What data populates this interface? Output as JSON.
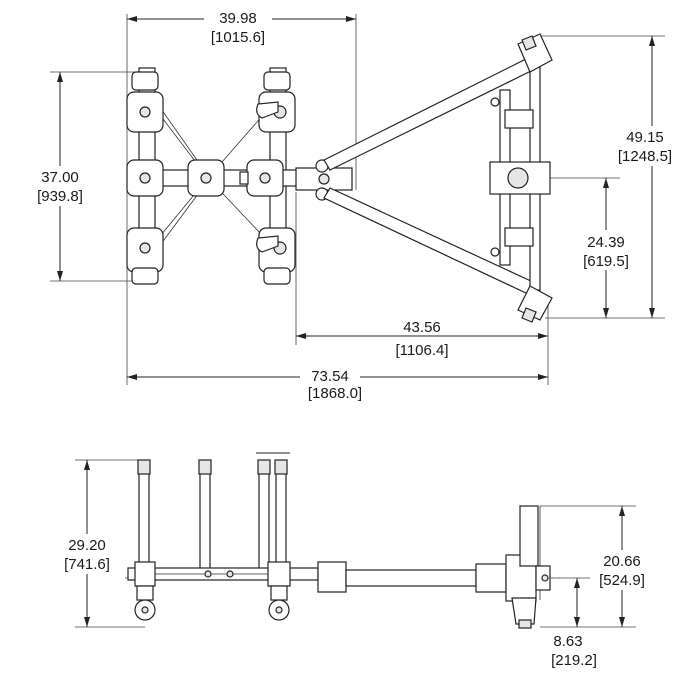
{
  "dimensions": {
    "top_width": {
      "inch": "39.98",
      "mm": "[1015.6]"
    },
    "top_height": {
      "inch": "37.00",
      "mm": "[939.8]"
    },
    "arm_height": {
      "inch": "49.15",
      "mm": "[1248.5]"
    },
    "arm_half_height": {
      "inch": "24.39",
      "mm": "[619.5]"
    },
    "arm_length": {
      "inch": "43.56",
      "mm": "[1106.4]"
    },
    "overall_length": {
      "inch": "73.54",
      "mm": "[1868.0]"
    },
    "side_height": {
      "inch": "29.20",
      "mm": "[741.6]"
    },
    "arm_side_height": {
      "inch": "20.66",
      "mm": "[524.9]"
    },
    "arm_offset": {
      "inch": "8.63",
      "mm": "[219.2]"
    }
  }
}
